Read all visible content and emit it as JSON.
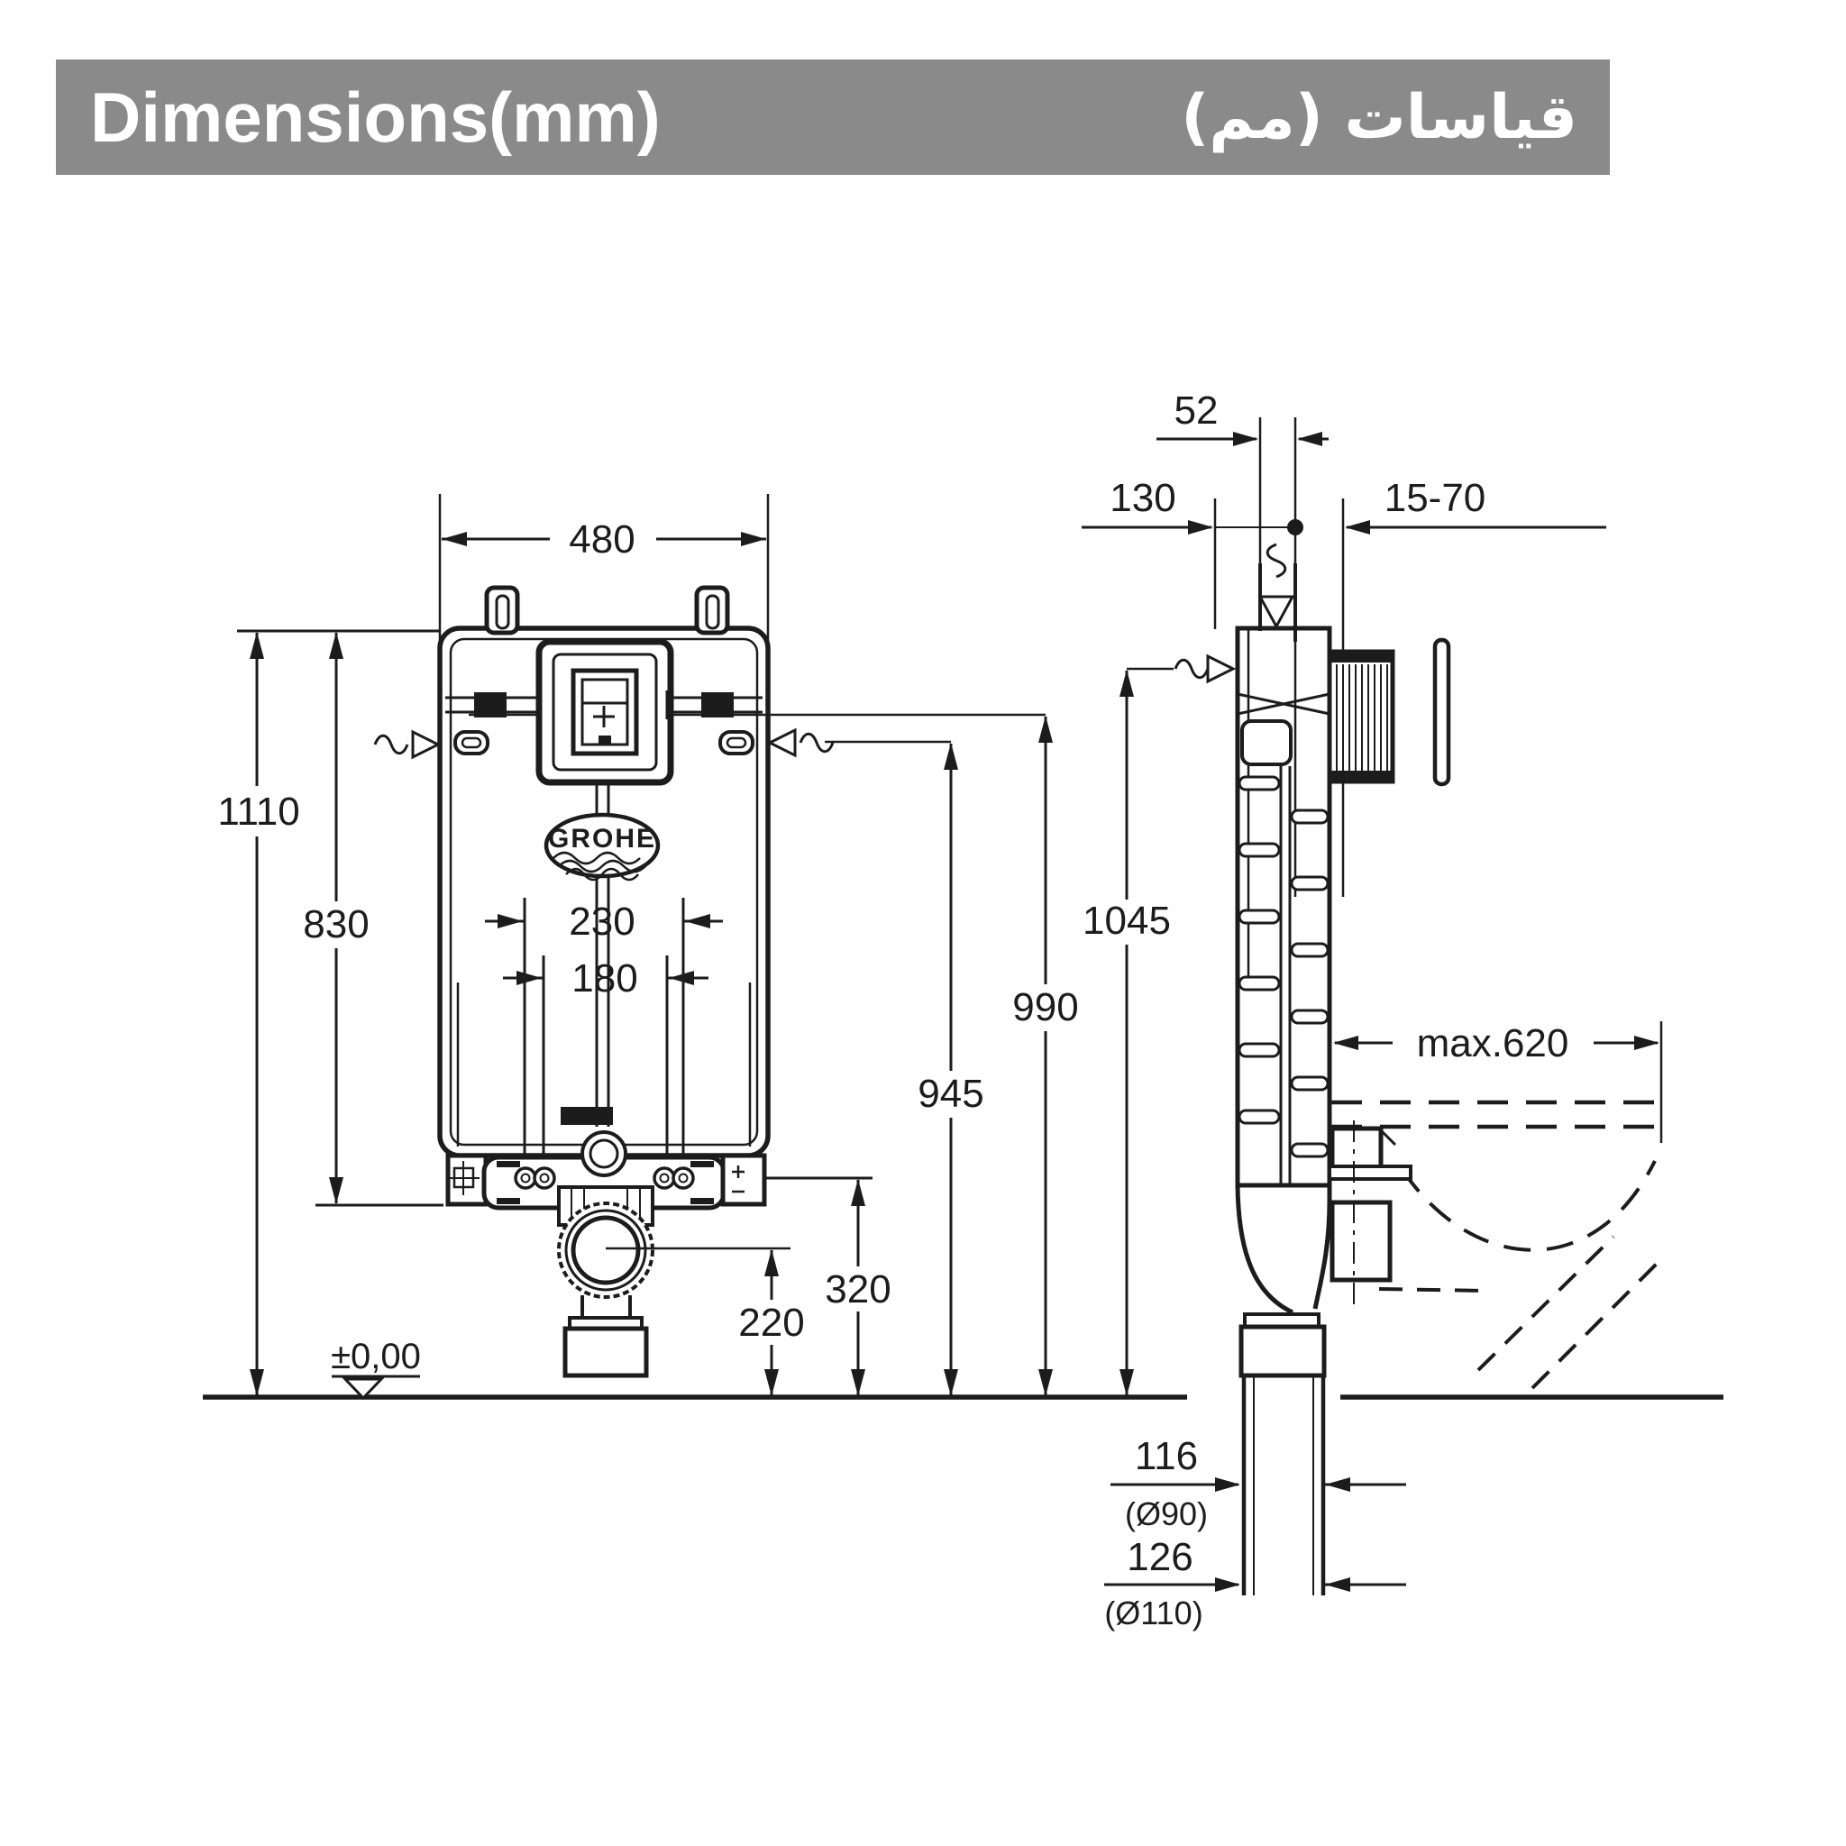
{
  "header": {
    "title_en": "Dimensions(mm)",
    "title_ar": "قياسات (مم)"
  },
  "colors": {
    "header_bg": "#8a8a8a",
    "header_text": "#ffffff",
    "ink": "#1c1c1c",
    "paper": "#ffffff"
  },
  "logo": {
    "brand": "GROHE"
  },
  "front_view": {
    "width": "480",
    "total_height": "1110",
    "frame_height": "830",
    "spacing_outer": "230",
    "spacing_inner": "180",
    "outlet_top_height": "320",
    "outlet_center_height": "220",
    "floor_level": "±0,00"
  },
  "side_view": {
    "top_depth": "52",
    "rear_depth": "130",
    "wall_thickness_range": "15-70",
    "supply_height": "1045",
    "actuation_height": "990",
    "inlet_height": "945",
    "max_outreach": "max.620",
    "outlet_offset_90": "116",
    "outlet_dia_90": "(Ø90)",
    "outlet_offset_110": "126",
    "outlet_dia_110": "(Ø110)"
  }
}
